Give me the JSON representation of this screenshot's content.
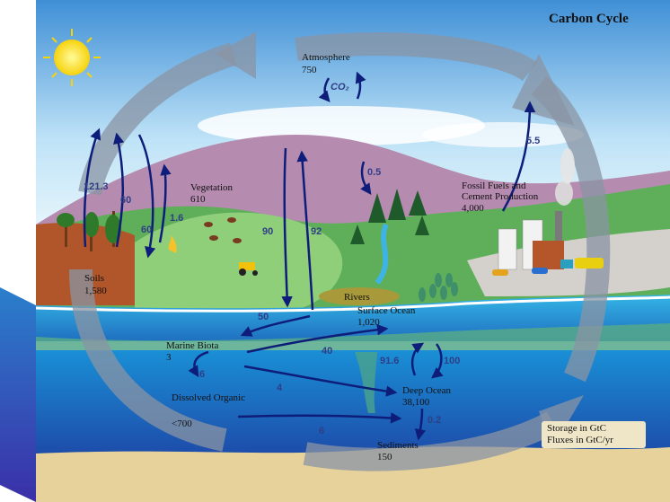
{
  "title": "Carbon Cycle",
  "co2_label": "CO₂",
  "reservoirs": {
    "atmosphere": {
      "name": "Atmosphere",
      "value": "750"
    },
    "vegetation": {
      "name": "Vegetation",
      "value": "610"
    },
    "soils": {
      "name": "Soils",
      "value": "1,580"
    },
    "fossil": {
      "name": "Fossil Fuels and",
      "name2": "Cement Production",
      "value": "4,000"
    },
    "rivers": {
      "name": "Rivers"
    },
    "surface_ocean": {
      "name": "Surface Ocean",
      "value": "1,020"
    },
    "marine_biota": {
      "name": "Marine Biota",
      "value": "3"
    },
    "dissolved_organic": {
      "name": "Dissolved Organic",
      "value": "<700"
    },
    "deep_ocean": {
      "name": "Deep Ocean",
      "value": "38,100"
    },
    "sediments": {
      "name": "Sediments",
      "value": "150"
    }
  },
  "fluxes": {
    "f121": "121.3",
    "f60a": "60",
    "f60b": "60",
    "f16": "1.6",
    "f90": "90",
    "f92": "92",
    "f05": "0.5",
    "f55": "5.5",
    "f50": "50",
    "f40": "40",
    "f6a": "6",
    "f4": "4",
    "f916": "91.6",
    "f100": "100",
    "f6b": "6",
    "f02": "0.2"
  },
  "legend": {
    "line1": "Storage in GtC",
    "line2": "Fluxes in GtC/yr"
  }
}
